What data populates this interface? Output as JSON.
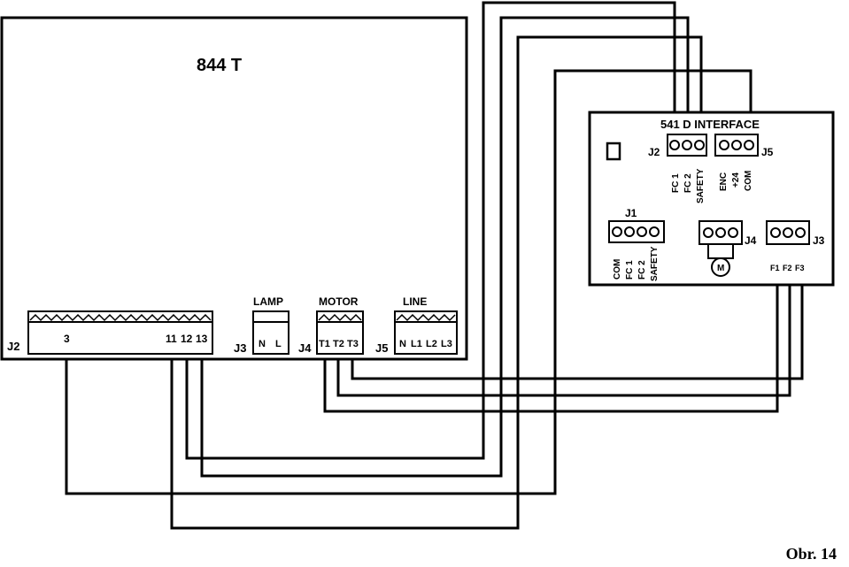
{
  "main_board": {
    "title": "844 T",
    "connectors": {
      "j2": {
        "name": "J2",
        "pins": [
          "3",
          "11",
          "12",
          "13"
        ]
      },
      "j3": {
        "name": "J3",
        "header": "LAMP",
        "pins": [
          "N",
          "L"
        ]
      },
      "j4": {
        "name": "J4",
        "header": "MOTOR",
        "pins": [
          "T1",
          "T2",
          "T3"
        ]
      },
      "j5": {
        "name": "J5",
        "header": "LINE",
        "pins": [
          "N",
          "L1",
          "L2",
          "L3"
        ]
      }
    }
  },
  "interface_board": {
    "title": "541 D INTERFACE",
    "connectors": {
      "j2": {
        "name": "J2",
        "pins": [
          "FC 1",
          "FC 2",
          "SAFETY"
        ]
      },
      "j5": {
        "name": "J5",
        "pins": [
          "ENC",
          "+24",
          "COM"
        ]
      },
      "j1": {
        "name": "J1",
        "pins": [
          "COM",
          "FC 1",
          "FC 2",
          "SAFETY"
        ]
      },
      "j4": {
        "name": "J4",
        "motor_symbol": "M"
      },
      "j3": {
        "name": "J3",
        "pins": [
          "F1",
          "F2",
          "F3"
        ]
      }
    }
  },
  "caption": "Obr. 14"
}
